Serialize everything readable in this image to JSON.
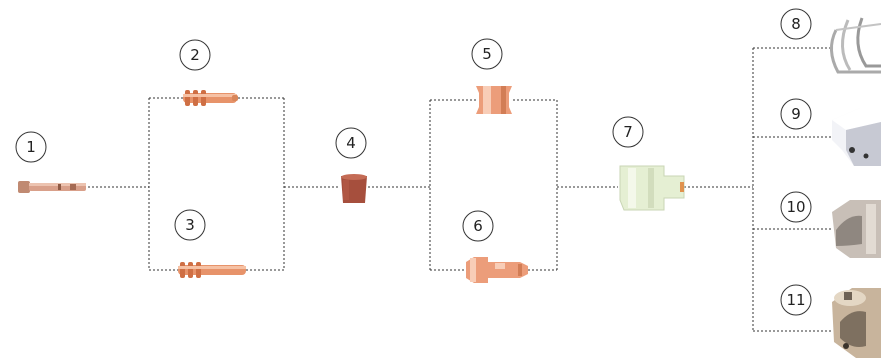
{
  "diagram": {
    "callouts": [
      "1",
      "2",
      "3",
      "4",
      "5",
      "6",
      "7",
      "8",
      "9",
      "10",
      "11"
    ],
    "parts": [
      {
        "id": "1",
        "name": "torch-head-part"
      },
      {
        "id": "2",
        "name": "electrode-long"
      },
      {
        "id": "3",
        "name": "electrode-extended"
      },
      {
        "id": "4",
        "name": "swirl-ring"
      },
      {
        "id": "5",
        "name": "nozzle-short"
      },
      {
        "id": "6",
        "name": "nozzle-long"
      },
      {
        "id": "7",
        "name": "retaining-cap"
      },
      {
        "id": "8",
        "name": "drag-spring-guide"
      },
      {
        "id": "9",
        "name": "shield-cap"
      },
      {
        "id": "10",
        "name": "gouging-shield"
      },
      {
        "id": "11",
        "name": "standoff-guide"
      }
    ],
    "colors": {
      "copper": "#e39a72",
      "copper_dark": "#b55a36",
      "swirl_ring": "#a9503e",
      "cap": "#e8f0d8",
      "metal": "#cfc7bf"
    }
  }
}
